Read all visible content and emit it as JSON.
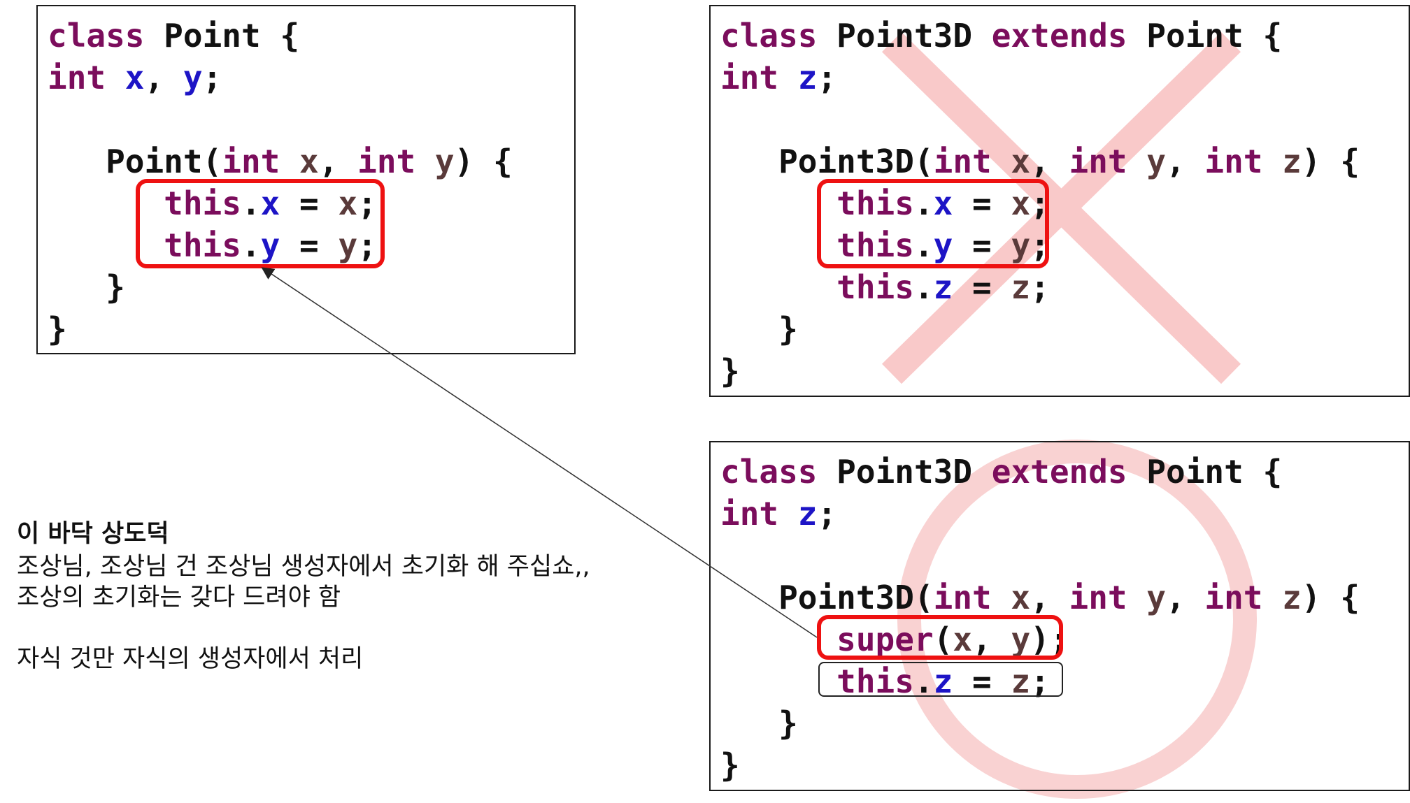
{
  "panels": {
    "base": {
      "lines": [
        [
          [
            "kw",
            "class"
          ],
          [
            "nm",
            " Point {"
          ]
        ],
        [
          [
            "kw",
            "int"
          ],
          [
            "punc",
            " "
          ],
          [
            "fld",
            "x"
          ],
          [
            "punc",
            ", "
          ],
          [
            "fld",
            "y"
          ],
          [
            "punc",
            ";"
          ]
        ],
        [],
        [
          [
            "nm",
            "   Point("
          ],
          [
            "kw",
            "int"
          ],
          [
            "var",
            " x"
          ],
          [
            "punc",
            ", "
          ],
          [
            "kw",
            "int"
          ],
          [
            "var",
            " y"
          ],
          [
            "punc",
            ") {"
          ]
        ],
        [
          [
            "kw",
            "      this"
          ],
          [
            "punc",
            "."
          ],
          [
            "fld",
            "x"
          ],
          [
            "punc",
            " = "
          ],
          [
            "var",
            "x"
          ],
          [
            "punc",
            ";"
          ]
        ],
        [
          [
            "kw",
            "      this"
          ],
          [
            "punc",
            "."
          ],
          [
            "fld",
            "y"
          ],
          [
            "punc",
            " = "
          ],
          [
            "var",
            "y"
          ],
          [
            "punc",
            ";"
          ]
        ],
        [
          [
            "punc",
            "   }"
          ]
        ],
        [
          [
            "punc",
            "}"
          ]
        ]
      ]
    },
    "wrong": {
      "lines": [
        [
          [
            "kw",
            "class"
          ],
          [
            "nm",
            " Point3D "
          ],
          [
            "kw",
            "extends"
          ],
          [
            "nm",
            " Point {"
          ]
        ],
        [
          [
            "kw",
            "int"
          ],
          [
            "punc",
            " "
          ],
          [
            "fld",
            "z"
          ],
          [
            "punc",
            ";"
          ]
        ],
        [],
        [
          [
            "nm",
            "   Point3D("
          ],
          [
            "kw",
            "int"
          ],
          [
            "var",
            " x"
          ],
          [
            "punc",
            ", "
          ],
          [
            "kw",
            "int"
          ],
          [
            "var",
            " y"
          ],
          [
            "punc",
            ", "
          ],
          [
            "kw",
            "int"
          ],
          [
            "var",
            " z"
          ],
          [
            "punc",
            ") {"
          ]
        ],
        [
          [
            "kw",
            "      this"
          ],
          [
            "punc",
            "."
          ],
          [
            "fld",
            "x"
          ],
          [
            "punc",
            " = "
          ],
          [
            "var",
            "x"
          ],
          [
            "punc",
            ";"
          ]
        ],
        [
          [
            "kw",
            "      this"
          ],
          [
            "punc",
            "."
          ],
          [
            "fld",
            "y"
          ],
          [
            "punc",
            " = "
          ],
          [
            "var",
            "y"
          ],
          [
            "punc",
            ";"
          ]
        ],
        [
          [
            "kw",
            "      this"
          ],
          [
            "punc",
            "."
          ],
          [
            "fld",
            "z"
          ],
          [
            "punc",
            " = "
          ],
          [
            "var",
            "z"
          ],
          [
            "punc",
            ";"
          ]
        ],
        [
          [
            "punc",
            "   }"
          ]
        ],
        [
          [
            "punc",
            "}"
          ]
        ]
      ]
    },
    "correct": {
      "lines": [
        [
          [
            "kw",
            "class"
          ],
          [
            "nm",
            " Point3D "
          ],
          [
            "kw",
            "extends"
          ],
          [
            "nm",
            " Point {"
          ]
        ],
        [
          [
            "kw",
            "int"
          ],
          [
            "punc",
            " "
          ],
          [
            "fld",
            "z"
          ],
          [
            "punc",
            ";"
          ]
        ],
        [],
        [
          [
            "nm",
            "   Point3D("
          ],
          [
            "kw",
            "int"
          ],
          [
            "var",
            " x"
          ],
          [
            "punc",
            ", "
          ],
          [
            "kw",
            "int"
          ],
          [
            "var",
            " y"
          ],
          [
            "punc",
            ", "
          ],
          [
            "kw",
            "int"
          ],
          [
            "var",
            " z"
          ],
          [
            "punc",
            ") {"
          ]
        ],
        [
          [
            "kw",
            "      super"
          ],
          [
            "punc",
            "("
          ],
          [
            "var",
            "x"
          ],
          [
            "punc",
            ", "
          ],
          [
            "var",
            "y"
          ],
          [
            "punc",
            ");"
          ]
        ],
        [
          [
            "kw",
            "      this"
          ],
          [
            "punc",
            "."
          ],
          [
            "fld",
            "z"
          ],
          [
            "punc",
            " = "
          ],
          [
            "var",
            "z"
          ],
          [
            "punc",
            ";"
          ]
        ],
        [
          [
            "punc",
            "   }"
          ]
        ],
        [
          [
            "punc",
            "}"
          ]
        ]
      ]
    }
  },
  "note": {
    "title": "이 바닥 상도덕",
    "line1": "조상님, 조상님 건 조상님 생성자에서 초기화 해 주십쇼,,",
    "line2": "조상의 초기화는 갖다 드려야 함",
    "line3": "자식 것만 자식의 생성자에서 처리"
  },
  "colors": {
    "keyword": "#7b0d5c",
    "field": "#1d14c6",
    "param": "#5a3a3a",
    "highlight": "#ee1111",
    "wrong_mark": "#f7c6c6",
    "correct_mark": "#f7c6c6"
  }
}
